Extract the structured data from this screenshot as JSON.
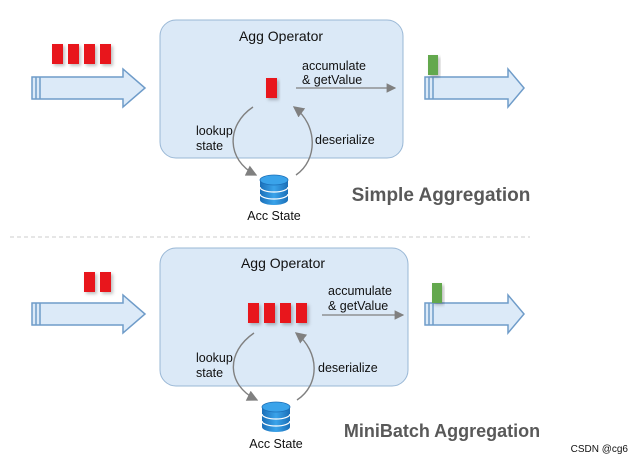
{
  "colors": {
    "operator_fill": "#dbe9f7",
    "operator_stroke": "#9ab8d6",
    "arrow_fill": "#dceaf8",
    "arrow_stroke": "#6f9cc9",
    "record_red": "#e8141b",
    "output_green": "#63a84e",
    "db_blue": "#2a8fd8",
    "title_gray": "#595959",
    "divider": "#cccccc"
  },
  "sections": [
    {
      "operator_label": "Agg Operator",
      "output_line1": "accumulate",
      "output_line2": "& getValue",
      "lookup_line1": "lookup",
      "lookup_line2": "state",
      "deserialize_label": "deserialize",
      "state_label": "Acc State",
      "title": "Simple Aggregation",
      "input_records": 4,
      "buffered_records": 1
    },
    {
      "operator_label": "Agg Operator",
      "output_line1": "accumulate",
      "output_line2": "& getValue",
      "lookup_line1": "lookup",
      "lookup_line2": "state",
      "deserialize_label": "deserialize",
      "state_label": "Acc State",
      "title": "MiniBatch Aggregation",
      "input_records": 2,
      "buffered_records": 4
    }
  ],
  "watermark": "CSDN @cg6"
}
